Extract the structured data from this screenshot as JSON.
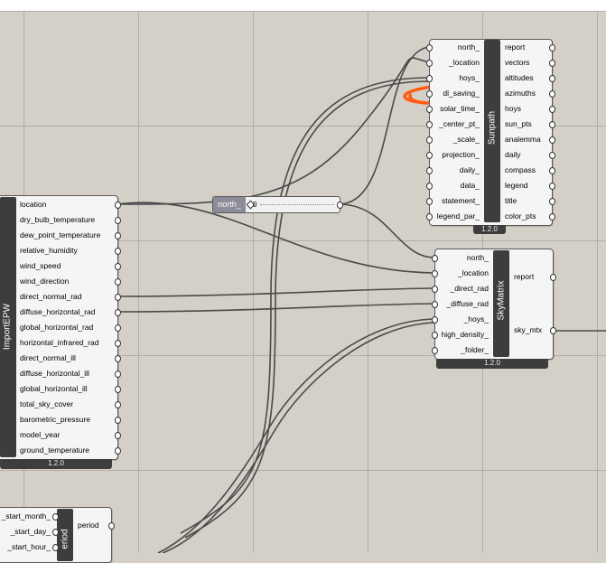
{
  "sunpath": {
    "name": "Sunpath",
    "inputs": [
      "north_",
      "_location",
      "hoys_",
      "dl_saving_",
      "solar_time_",
      "_center_pt_",
      "_scale_",
      "projection_",
      "daily_",
      "data_",
      "statement_",
      "legend_par_"
    ],
    "outputs": [
      "report",
      "vectors",
      "altitudes",
      "azimuths",
      "hoys",
      "sun_pts",
      "analemma",
      "daily",
      "compass",
      "legend",
      "title",
      "color_pts"
    ],
    "version": "1.2.0"
  },
  "import_epw": {
    "name": "ImportEPW",
    "outputs": [
      "location",
      "dry_bulb_temperature",
      "dew_point_temperature",
      "relative_humidity",
      "wind_speed",
      "wind_direction",
      "direct_normal_rad",
      "diffuse_horizontal_rad",
      "global_horizontal_rad",
      "horizontal_infrared_rad",
      "direct_normal_ill",
      "diffuse_horizontal_ill",
      "global_horizontal_ill",
      "total_sky_cover",
      "barometric_pressure",
      "model_year",
      "ground_temperature"
    ],
    "version": "1.2.0"
  },
  "sky_matrix": {
    "name": "SkyMatrix",
    "inputs": [
      "north_",
      "_location",
      "_direct_rad",
      "_diffuse_rad",
      "_hoys_",
      "high_density_",
      "_folder_"
    ],
    "outputs": [
      "report",
      "sky_mtx"
    ],
    "version": "1.2.0"
  },
  "north_slider": {
    "label": "north_",
    "value": "0"
  },
  "analysis_period": {
    "name": "eriod",
    "inputs": [
      "_start_month_",
      "_start_day_",
      "_start_hour_"
    ],
    "outputs": [
      "period"
    ]
  },
  "annotation": {
    "color": "#ff5a14"
  },
  "colors": {
    "canvas": "#d4d0c8",
    "component_body": "#f5f5f5",
    "component_center": "#3d3d3d",
    "wire": "#4a4a4a"
  }
}
